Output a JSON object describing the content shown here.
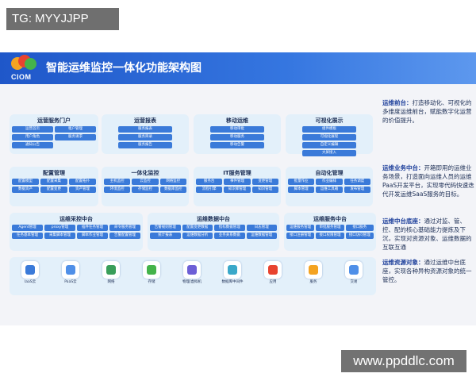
{
  "tag": "TG: MYYJJPP",
  "header": {
    "logo_text": "CIOM",
    "title": "智能运维监控一体化功能架构图"
  },
  "colors": {
    "header_blue": "#2a65d6",
    "chip_blue": "#3a7ad9",
    "box_bg": "#e3f0fa"
  },
  "layer1": [
    {
      "title": "运营服务门户",
      "chips": [
        "运营首页",
        "租户管理",
        "用户角色",
        "服务请求",
        "通知公告"
      ]
    },
    {
      "title": "运营报表",
      "chips": [
        "服务报表",
        "服务目录",
        "服务报告"
      ]
    },
    {
      "title": "移动运维",
      "chips": [
        "移动审批",
        "移动服务",
        "移动告警"
      ]
    },
    {
      "title": "可视化展示",
      "chips": [
        "组件模板",
        "可视化展现",
        "自定义编辑",
        "大屏接入"
      ]
    }
  ],
  "layer2": [
    {
      "title": "配置管理",
      "chips": [
        "配置模型",
        "配置采集",
        "配置拓扑",
        "数据资产",
        "配置变更",
        "资产管理"
      ]
    },
    {
      "title": "一体化监控",
      "chips": [
        "主机监控",
        "云监控",
        "网络监控",
        "环境监控",
        "存储监控",
        "数据库监控"
      ]
    },
    {
      "title": "IT服务管理",
      "chips": [
        "服务台",
        "事件管理",
        "变更管理",
        "流程引擎",
        "知识库管理",
        "知识管理"
      ]
    },
    {
      "title": "自动化管理",
      "chips": [
        "批量作业",
        "作业编排",
        "任务调度",
        "脚本管理",
        "运维工具箱",
        "发布管理"
      ]
    }
  ],
  "layer3": [
    {
      "title": "运维采控中台",
      "chips": [
        "Agent管理",
        "proxy管理",
        "插件任务管理",
        "命令服务管理",
        "任务基本管理",
        "采集脚本管理",
        "脚本作业管理",
        "告警配置管理"
      ]
    },
    {
      "title": "运维数据中台",
      "chips": [
        "告警规则管理",
        "配置变更数据",
        "指标数据管理",
        "日志管理",
        "统计报表",
        "运维数据分析",
        "业务关系数据",
        "运维数据管理"
      ]
    },
    {
      "title": "运维服务中台",
      "chips": [
        "运维服务管理",
        "审批服务管理",
        "接口服务",
        "接口注册管理",
        "接口权限管理",
        "接口访问管理"
      ]
    }
  ],
  "resources": [
    {
      "label": "IaaS云",
      "color": "#3a7ad9"
    },
    {
      "label": "PaaS云",
      "color": "#4f8fe8"
    },
    {
      "label": "网络",
      "color": "#3a9e5a"
    },
    {
      "label": "存储",
      "color": "#44b34a"
    },
    {
      "label": "物理/虚拟机",
      "color": "#6d5fd6"
    },
    {
      "label": "数据库中间件",
      "color": "#3aa8c9"
    },
    {
      "label": "应用",
      "color": "#e8432f"
    },
    {
      "label": "服务",
      "color": "#f4a321"
    },
    {
      "label": "交易",
      "color": "#4f8fe8"
    }
  ],
  "descriptions": [
    {
      "head": "运维前台：",
      "body": "打造移动化、可视化的多维度运维前台，赋能数字化运营的价值提升。"
    },
    {
      "head": "运维业务中台：",
      "body": "开箱即用的运维业务场景，打造面向运维人员的运维PaaS开发平台，实现零代码快速迭代开发运维SaaS服务的目标。"
    },
    {
      "head": "运维中台底座：",
      "body": "通过对监、管、控、配的核心基础能力提炼及下沉，实现对资源对象、运维数据的互联互通"
    },
    {
      "head": "运维资源对象：",
      "body": "通过运维中台底座，实现各种异构资源对象的统一管控。"
    }
  ],
  "watermark": "www.ppddlc.com"
}
